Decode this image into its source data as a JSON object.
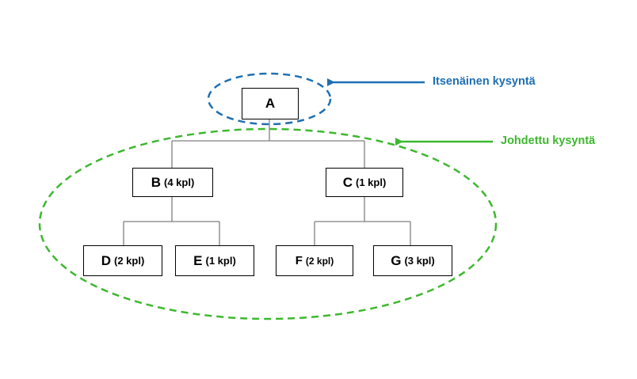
{
  "colors": {
    "independent": "#1F6FB2",
    "dependent": "#3DB82E",
    "line": "#7f7f7f"
  },
  "annotations": {
    "independent": "Itsenäinen kysyntä",
    "dependent": "Johdettu kysyntä"
  },
  "nodes": {
    "A": {
      "letter": "A",
      "qty": ""
    },
    "B": {
      "letter": "B",
      "qty": "(4 kpl)"
    },
    "C": {
      "letter": "C",
      "qty": "(1 kpl)"
    },
    "D": {
      "letter": "D",
      "qty": "(2 kpl)"
    },
    "E": {
      "letter": "E",
      "qty": "(1 kpl)"
    },
    "F": {
      "letter": "F",
      "qty": "(2 kpl)"
    },
    "G": {
      "letter": "G",
      "qty": "(3 kpl)"
    }
  }
}
